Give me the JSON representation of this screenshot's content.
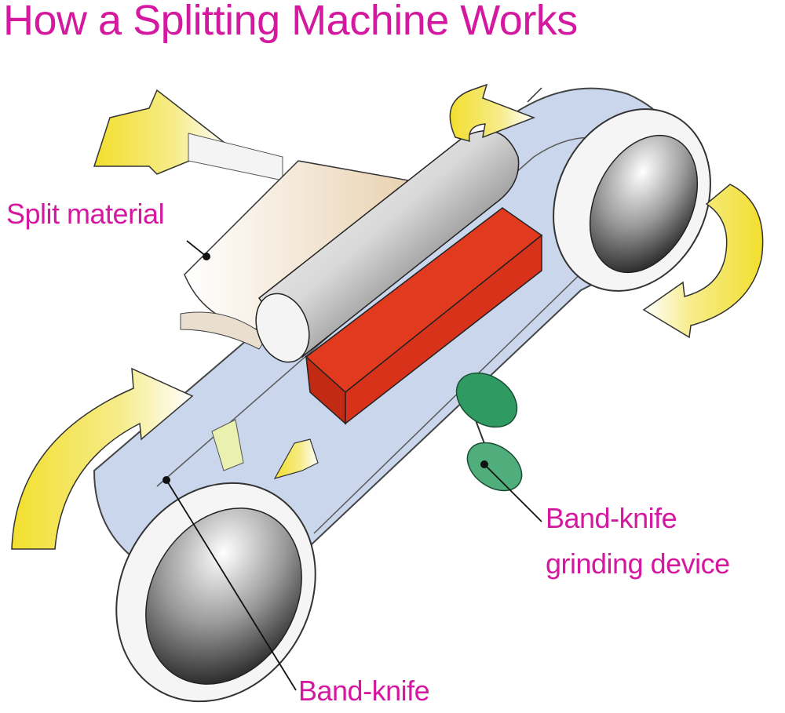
{
  "title": "How a Splitting Machine Works",
  "labels": {
    "split_material": "Split material",
    "grinding_line1": "Band-knife",
    "grinding_line2": "grinding device",
    "band_knife": "Band-knife"
  },
  "colors": {
    "label_text": "#d4189f",
    "arrow_fill": "#f2e13a",
    "block": "#e23a1f",
    "band": "#c9d6ec",
    "grinder": "#2f9a62",
    "leader": "#111111"
  },
  "icons": {
    "arrows": "curved-arrow-icon",
    "grinder": "grinding-wheel-icon"
  }
}
